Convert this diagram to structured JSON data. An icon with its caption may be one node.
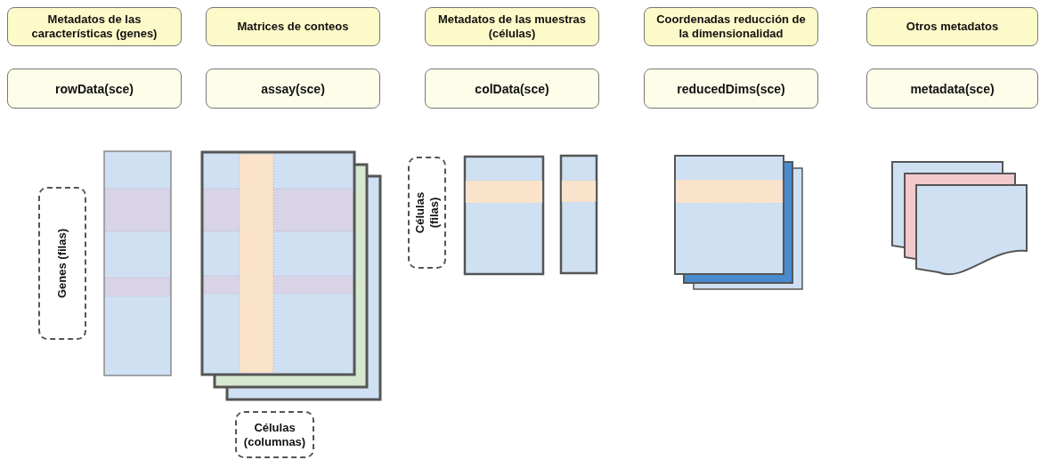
{
  "diagram": {
    "nodes": [
      {
        "text": [
          "Metadatos de las características (genes)"
        ]
      },
      {
        "text": [
          "Matrices de conteos"
        ]
      },
      {
        "text": [
          "Metadatos de las muestras (células)"
        ]
      },
      {
        "text": [
          "Coordenadas reducción de la dimensionalidad"
        ]
      },
      {
        "text": [
          "Otros metadatos"
        ]
      },
      {
        "text": [
          "rowData(sce)"
        ]
      },
      {
        "text": [
          "assay(sce)"
        ]
      },
      {
        "text": [
          "colData(sce)"
        ]
      },
      {
        "text": [
          "reducedDims(sce)"
        ]
      },
      {
        "text": [
          "metadata(sce)"
        ]
      },
      {
        "text": [
          "Genes (filas)"
        ]
      },
      {
        "text": [
          "Células (columnas)"
        ]
      },
      {
        "text": [
          "Células (filas)"
        ]
      }
    ]
  }
}
